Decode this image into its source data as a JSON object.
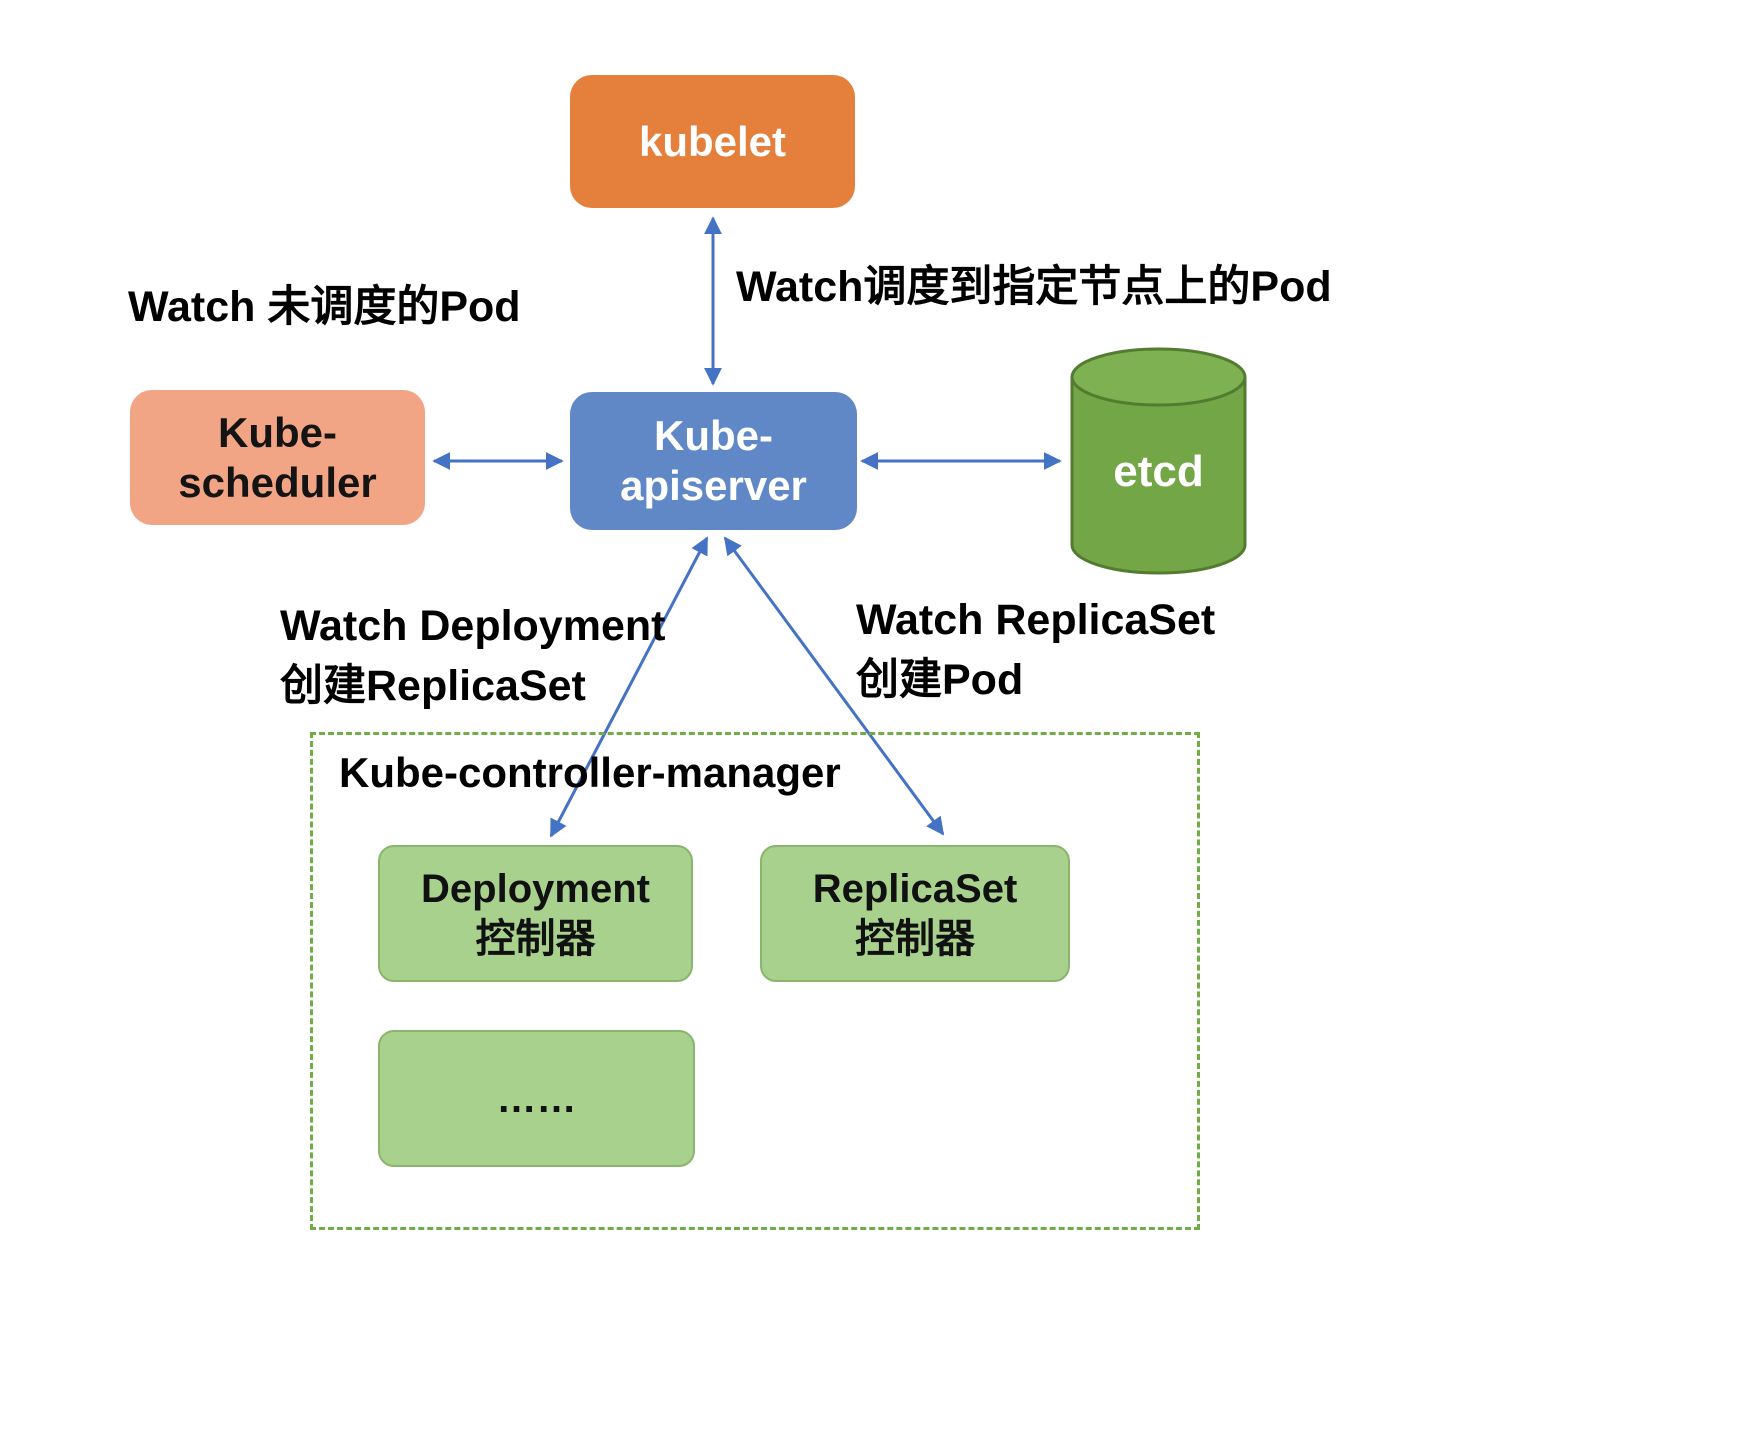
{
  "diagram": {
    "nodes": {
      "kubelet": {
        "label": "kubelet"
      },
      "kube_scheduler": {
        "line1": "Kube-",
        "line2": "scheduler"
      },
      "kube_apiserver": {
        "line1": "Kube-",
        "line2": "apiserver"
      },
      "etcd": {
        "label": "etcd"
      },
      "controller_manager": {
        "title": "Kube-controller-manager"
      },
      "deployment_controller": {
        "line1": "Deployment",
        "line2": "控制器"
      },
      "replicaset_controller": {
        "line1": "ReplicaSet",
        "line2": "控制器"
      },
      "more_controllers": {
        "label": "……"
      }
    },
    "annotations": {
      "watch_unscheduled_pod": "Watch 未调度的Pod",
      "watch_scheduled_pod": "Watch调度到指定节点上的Pod",
      "watch_deployment": {
        "line1": "Watch Deployment",
        "line2": "创建ReplicaSet"
      },
      "watch_replicaset": {
        "line1": "Watch ReplicaSet",
        "line2": "创建Pod"
      }
    },
    "colors": {
      "kubelet_fill": "#E5803C",
      "scheduler_fill": "#F2A584",
      "apiserver_fill": "#6088C6",
      "etcd_fill": "#73A646",
      "etcd_stroke": "#537C30",
      "controller_fill": "#A9D18E",
      "dashed_border": "#70AD47",
      "arrow": "#4472C4"
    }
  }
}
